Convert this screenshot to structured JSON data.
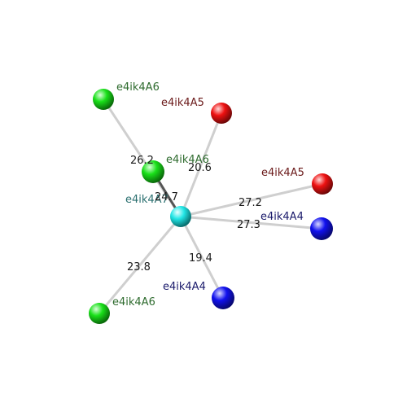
{
  "colors": {
    "background": "#ffffff",
    "bond": "#cfcfcf",
    "bond_dark": "#555555",
    "cyan": "#22e6e6",
    "green": "#19e019",
    "red": "#ee1111",
    "blue": "#1111ee",
    "label_green": "#2e6b2e",
    "label_red": "#6b1a1a",
    "label_blue": "#1a1a6b",
    "label_cyan": "#2a6f6f"
  },
  "atoms": [
    {
      "id": "center",
      "label": "e4ik4A7",
      "color": "cyan"
    },
    {
      "id": "green-top-left",
      "label": "e4ik4A6",
      "color": "green"
    },
    {
      "id": "green-middle",
      "label": "e4ik4A6",
      "color": "green"
    },
    {
      "id": "red-top",
      "label": "e4ik4A5",
      "color": "red"
    },
    {
      "id": "red-right",
      "label": "e4ik4A5",
      "color": "red"
    },
    {
      "id": "blue-right",
      "label": "e4ik4A4",
      "color": "blue"
    },
    {
      "id": "blue-bottom",
      "label": "e4ik4A4",
      "color": "blue"
    },
    {
      "id": "green-bottom-left",
      "label": "e4ik4A6",
      "color": "green"
    }
  ],
  "distances": [
    {
      "to": "green-top-left",
      "value": "26.2"
    },
    {
      "to": "green-middle",
      "value": "24.7"
    },
    {
      "to": "red-top",
      "value": "20.6"
    },
    {
      "to": "red-right",
      "value": "27.2"
    },
    {
      "to": "blue-right",
      "value": "27.3"
    },
    {
      "to": "blue-bottom",
      "value": "19.4"
    },
    {
      "to": "green-bottom-left",
      "value": "23.8"
    }
  ]
}
